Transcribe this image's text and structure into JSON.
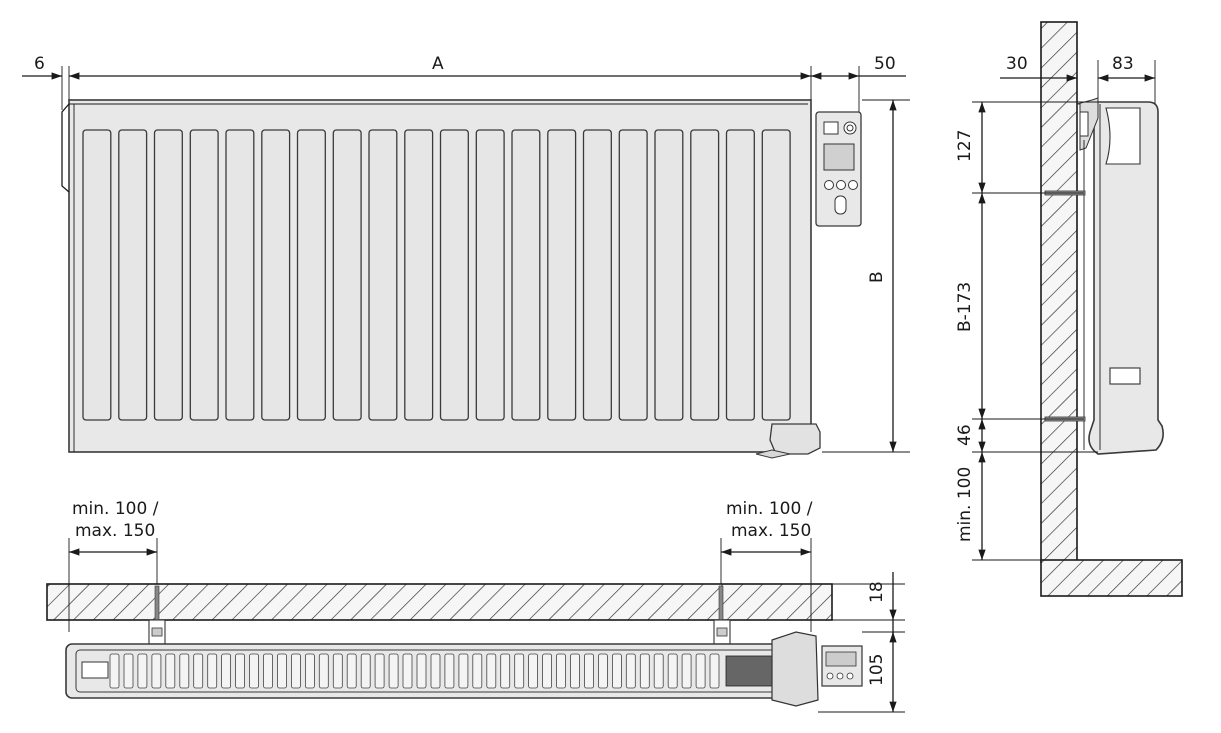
{
  "front_view": {
    "dim_left_gap": "6",
    "dim_width": "A",
    "dim_thermostat": "50",
    "dim_height": "B",
    "fin_count": 20
  },
  "side_view": {
    "dim_wall_gap": "30",
    "dim_depth": "83",
    "dim_top": "127",
    "dim_middle": "B-173",
    "dim_bottom": "46",
    "dim_floor": "min. 100"
  },
  "top_view": {
    "left_bracket_line1": "min. 100 /",
    "left_bracket_line2": "max. 150",
    "right_bracket_line1": "min. 100 /",
    "right_bracket_line2": "max. 150",
    "dim_wall_thickness": "18",
    "dim_unit_depth": "105"
  },
  "colors": {
    "stroke": "#1a1a1a",
    "body": "#e8e8e8",
    "background": "#ffffff"
  }
}
